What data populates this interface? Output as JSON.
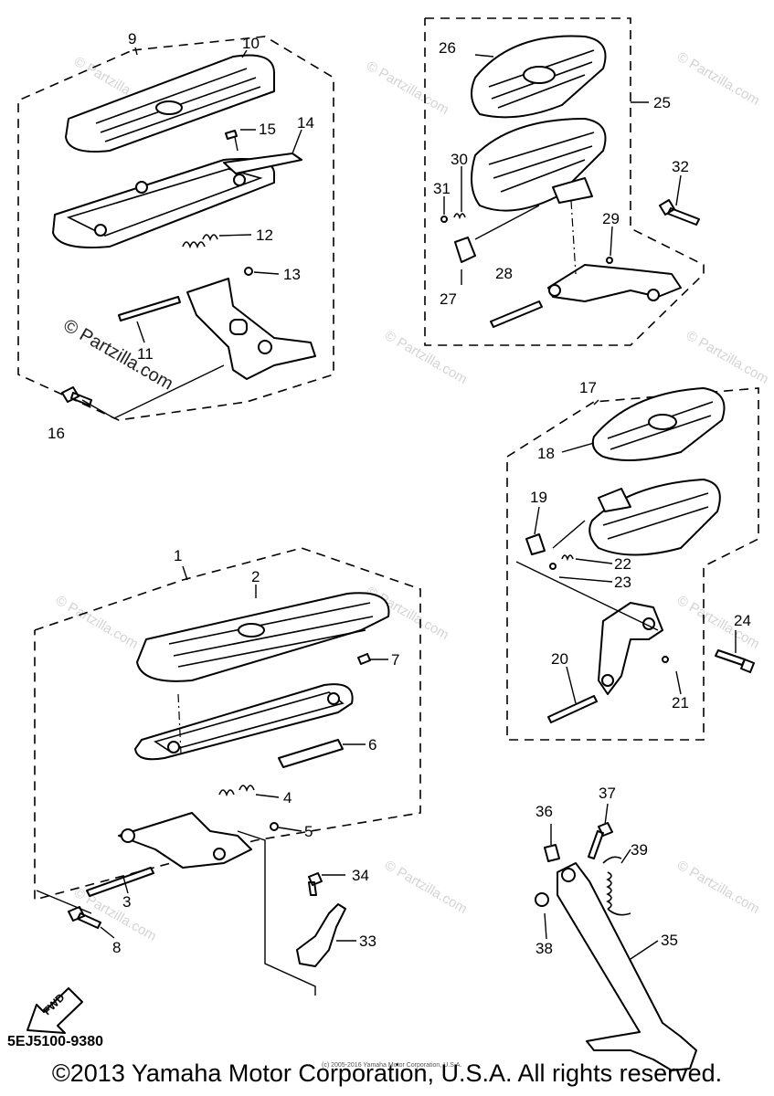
{
  "diagram_code": "5EJ5100-9380",
  "copyright": "©2013 Yamaha Motor Corporation, U.S.A. All rights reserved.",
  "tiny_note": "(c) 2005-2016 Yamaha Motor Corporation, U.S.A.",
  "fwd_label": "FWD",
  "watermark_text": "© Partzilla.com",
  "callouts": {
    "c1": "1",
    "c2": "2",
    "c3": "3",
    "c4": "4",
    "c5": "5",
    "c6": "6",
    "c7": "7",
    "c8": "8",
    "c9": "9",
    "c10": "10",
    "c11": "11",
    "c12": "12",
    "c13": "13",
    "c14": "14",
    "c15": "15",
    "c16": "16",
    "c17": "17",
    "c18": "18",
    "c19": "19",
    "c20": "20",
    "c21": "21",
    "c22": "22",
    "c23": "23",
    "c24": "24",
    "c25": "25",
    "c26": "26",
    "c27": "27",
    "c28": "28",
    "c29": "29",
    "c30": "30",
    "c31": "31",
    "c32": "32",
    "c33": "33",
    "c34": "34",
    "c35": "35",
    "c36": "36",
    "c37": "37",
    "c38": "38",
    "c39": "39"
  }
}
